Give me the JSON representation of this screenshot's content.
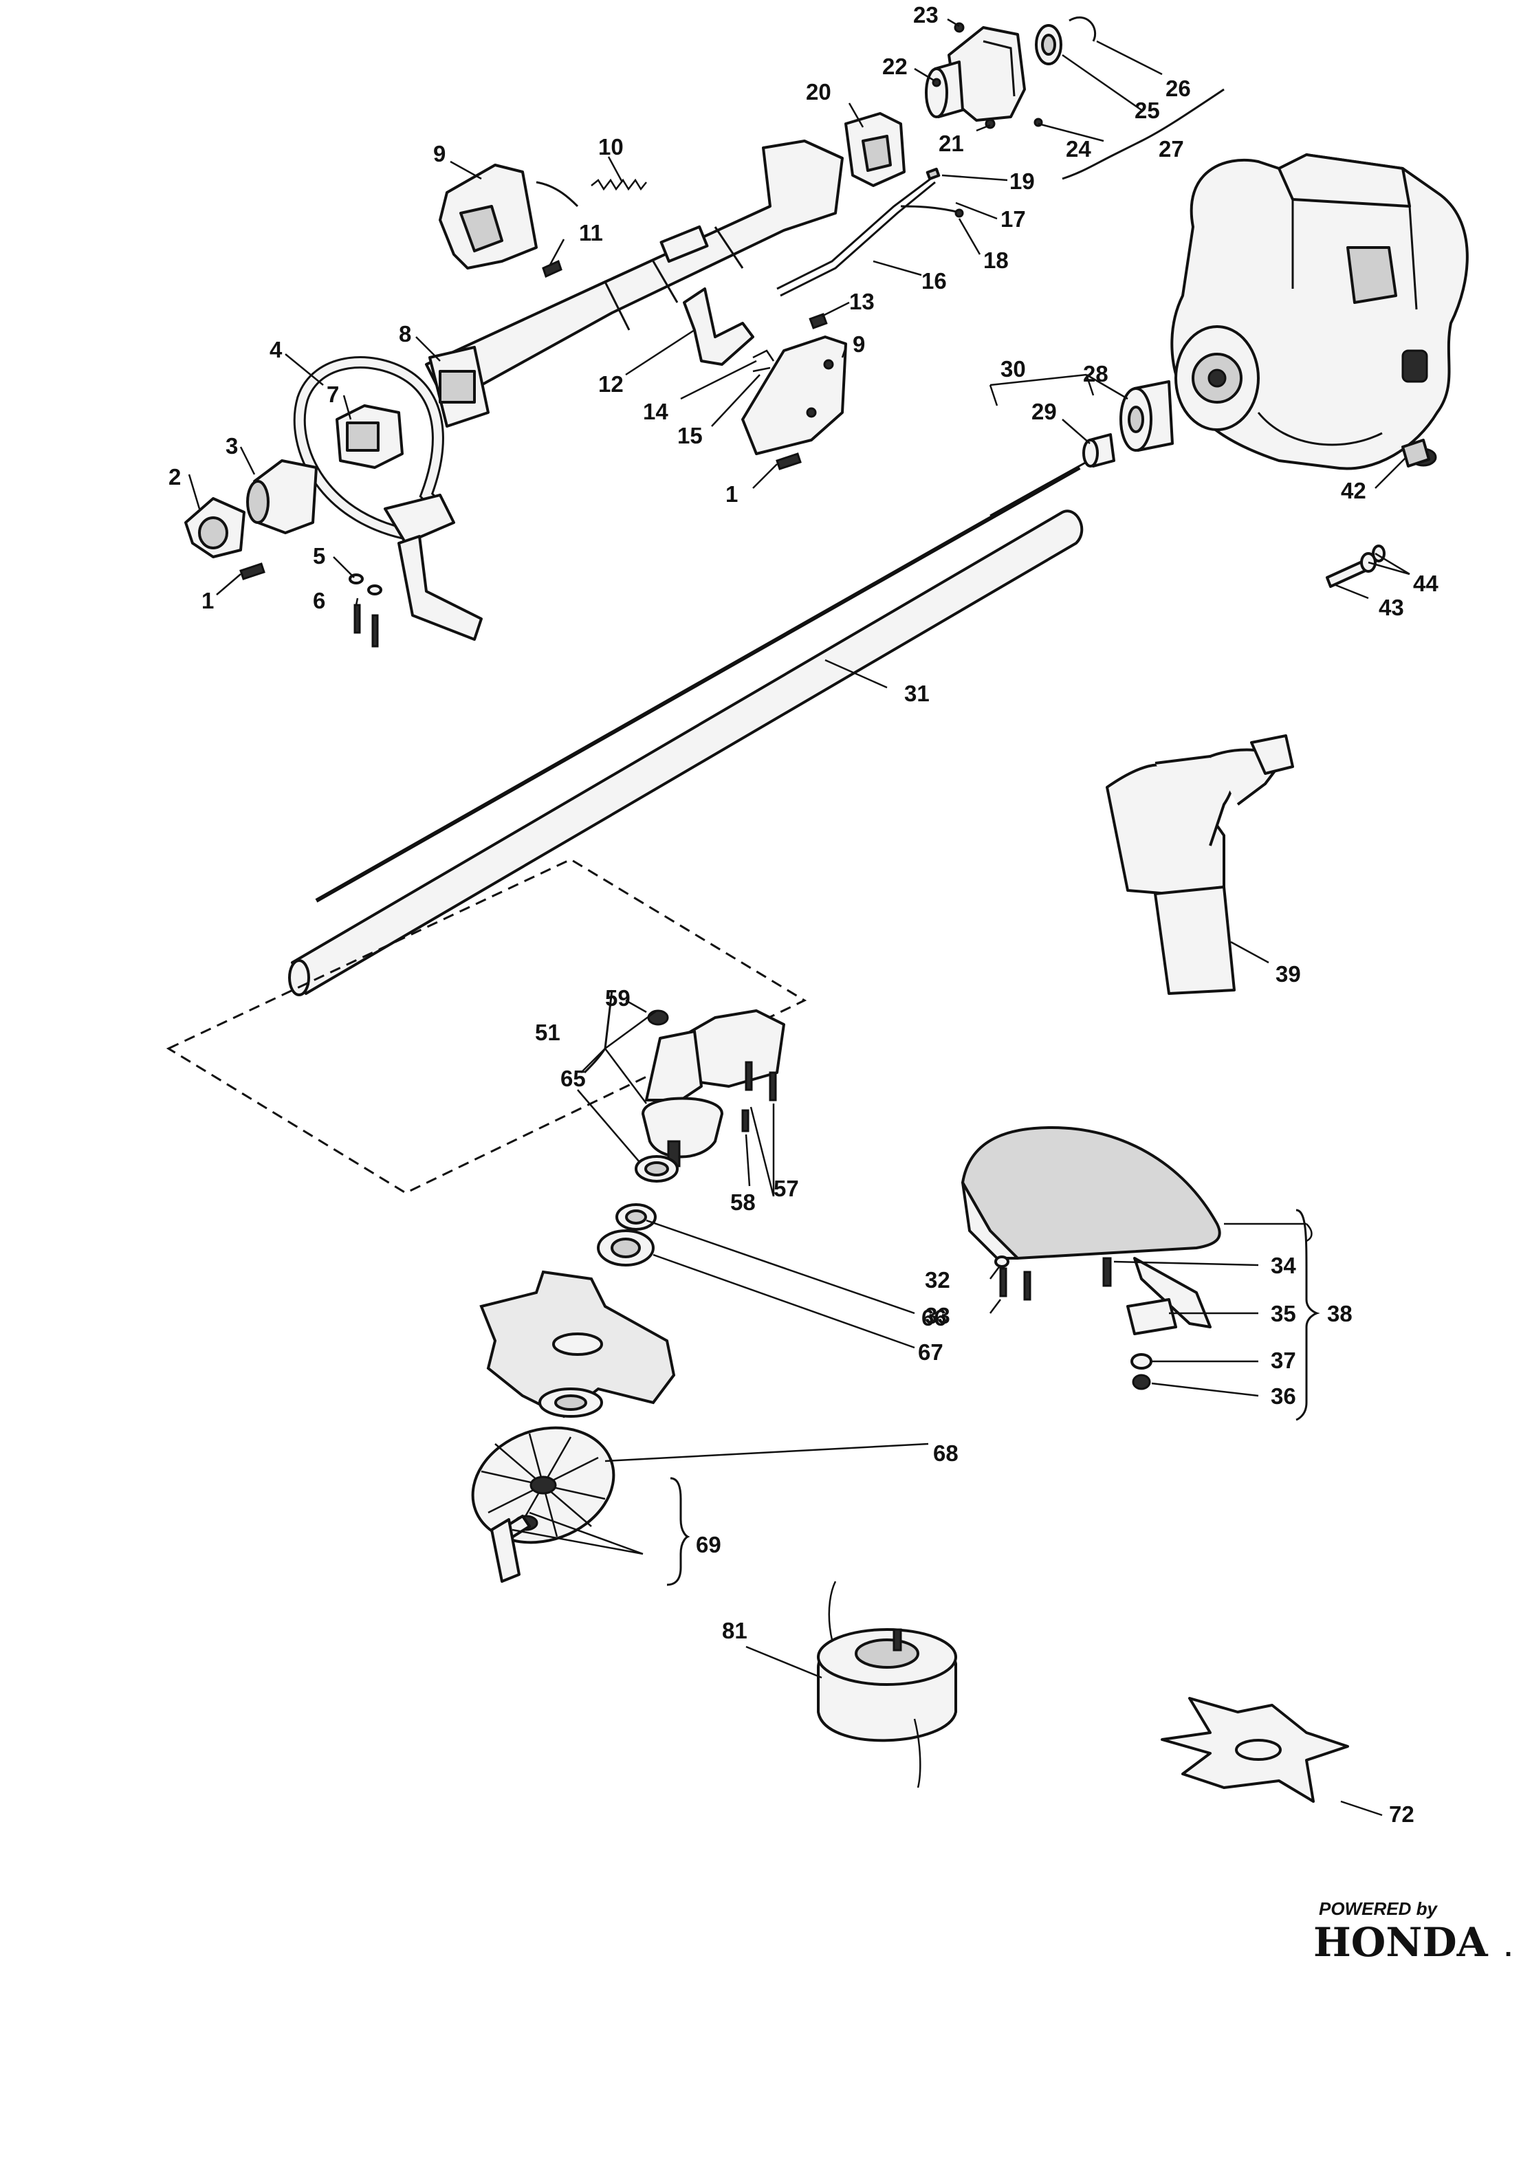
{
  "callouts": [
    {
      "label": "23"
    },
    {
      "label": "22"
    },
    {
      "label": "20"
    },
    {
      "label": "21"
    },
    {
      "label": "26"
    },
    {
      "label": "25"
    },
    {
      "label": "24"
    },
    {
      "label": "27"
    },
    {
      "label": "9"
    },
    {
      "label": "10"
    },
    {
      "label": "11"
    },
    {
      "label": "19"
    },
    {
      "label": "17"
    },
    {
      "label": "18"
    },
    {
      "label": "16"
    },
    {
      "label": "8"
    },
    {
      "label": "13"
    },
    {
      "label": "9"
    },
    {
      "label": "4"
    },
    {
      "label": "12"
    },
    {
      "label": "14"
    },
    {
      "label": "15"
    },
    {
      "label": "7"
    },
    {
      "label": "30"
    },
    {
      "label": "28"
    },
    {
      "label": "29"
    },
    {
      "label": "3"
    },
    {
      "label": "2"
    },
    {
      "label": "1"
    },
    {
      "label": "42"
    },
    {
      "label": "5"
    },
    {
      "label": "1"
    },
    {
      "label": "6"
    },
    {
      "label": "44"
    },
    {
      "label": "43"
    },
    {
      "label": "31"
    },
    {
      "label": "39"
    },
    {
      "label": "59"
    },
    {
      "label": "51"
    },
    {
      "label": "65"
    },
    {
      "label": "57"
    },
    {
      "label": "58"
    },
    {
      "label": "34"
    },
    {
      "label": "32"
    },
    {
      "label": "33"
    },
    {
      "label": "35"
    },
    {
      "label": "38"
    },
    {
      "label": "66"
    },
    {
      "label": "67"
    },
    {
      "label": "37"
    },
    {
      "label": "36"
    },
    {
      "label": "68"
    },
    {
      "label": "69"
    },
    {
      "label": "81"
    },
    {
      "label": "72"
    }
  ],
  "brand": {
    "powered_by": "POWERED by",
    "name": "HONDA",
    "trademark": "."
  },
  "colors": {
    "ink": "#111111",
    "paper": "#ffffff",
    "part_fill": "#f4f4f4",
    "shade": "#cfcfcf"
  }
}
